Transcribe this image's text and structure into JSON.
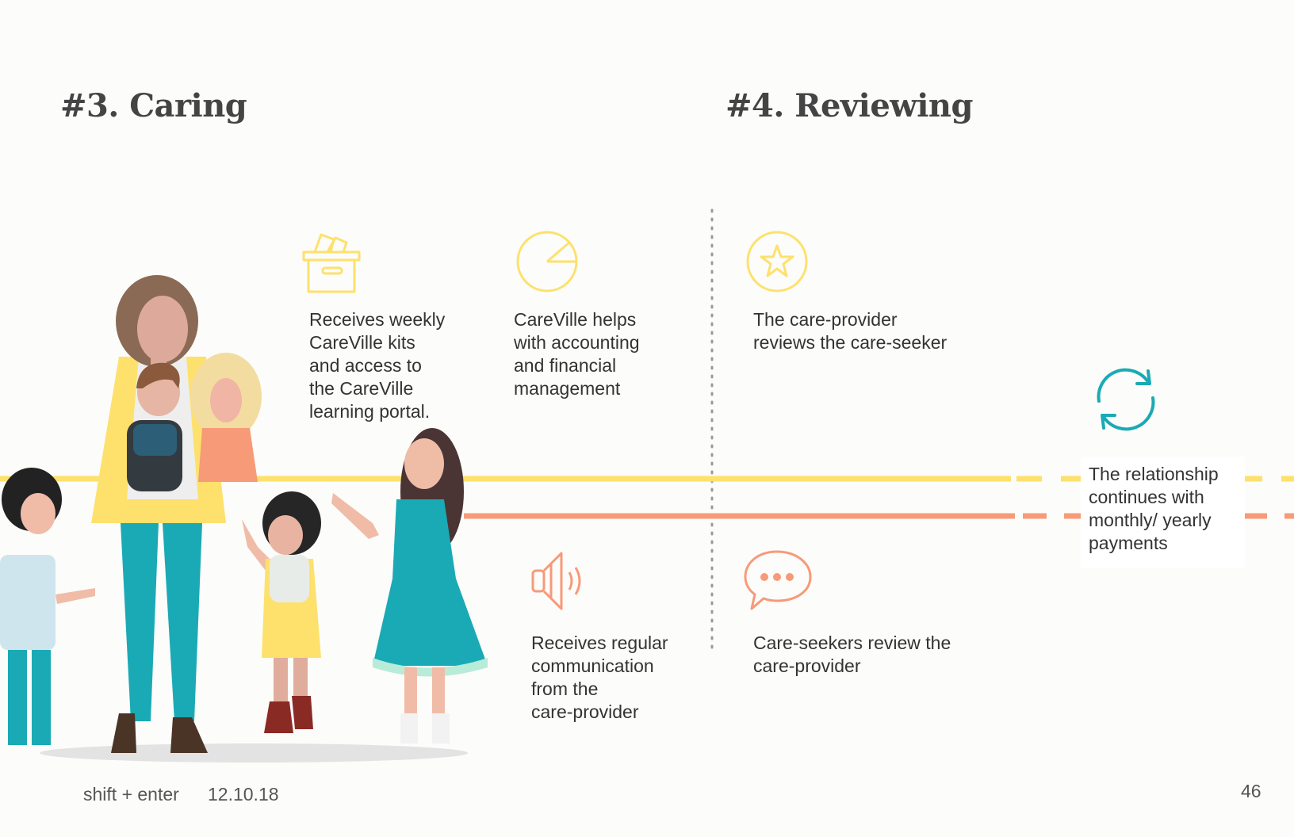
{
  "sections": {
    "caring": {
      "title": "#3. Caring",
      "items": [
        {
          "icon": "box-icon",
          "text": "Receives weekly\nCareVille kits\nand access to\nthe CareVille\nlearning portal."
        },
        {
          "icon": "pie-chart-icon",
          "text": "CareVille helps\nwith accounting\nand financial\nmanagement"
        },
        {
          "icon": "speaker-icon",
          "text": "Receives regular\ncommunication\nfrom the\ncare-provider"
        }
      ]
    },
    "reviewing": {
      "title": "#4. Reviewing",
      "items": [
        {
          "icon": "star-icon",
          "text": "The care-provider\nreviews the care-seeker"
        },
        {
          "icon": "chat-bubble-icon",
          "text": "Care-seekers review the\ncare-provider"
        }
      ]
    }
  },
  "relationship": {
    "icon": "refresh-icon",
    "text": "The relationship\ncontinues with\nmonthly/ yearly\npayments"
  },
  "footer": {
    "brand": "shift + enter",
    "date": "12.10.18",
    "page_number": "46"
  },
  "colors": {
    "yellow": "#fde16c",
    "salmon": "#f79a78",
    "teal": "#1aaab5",
    "text": "#333333"
  }
}
